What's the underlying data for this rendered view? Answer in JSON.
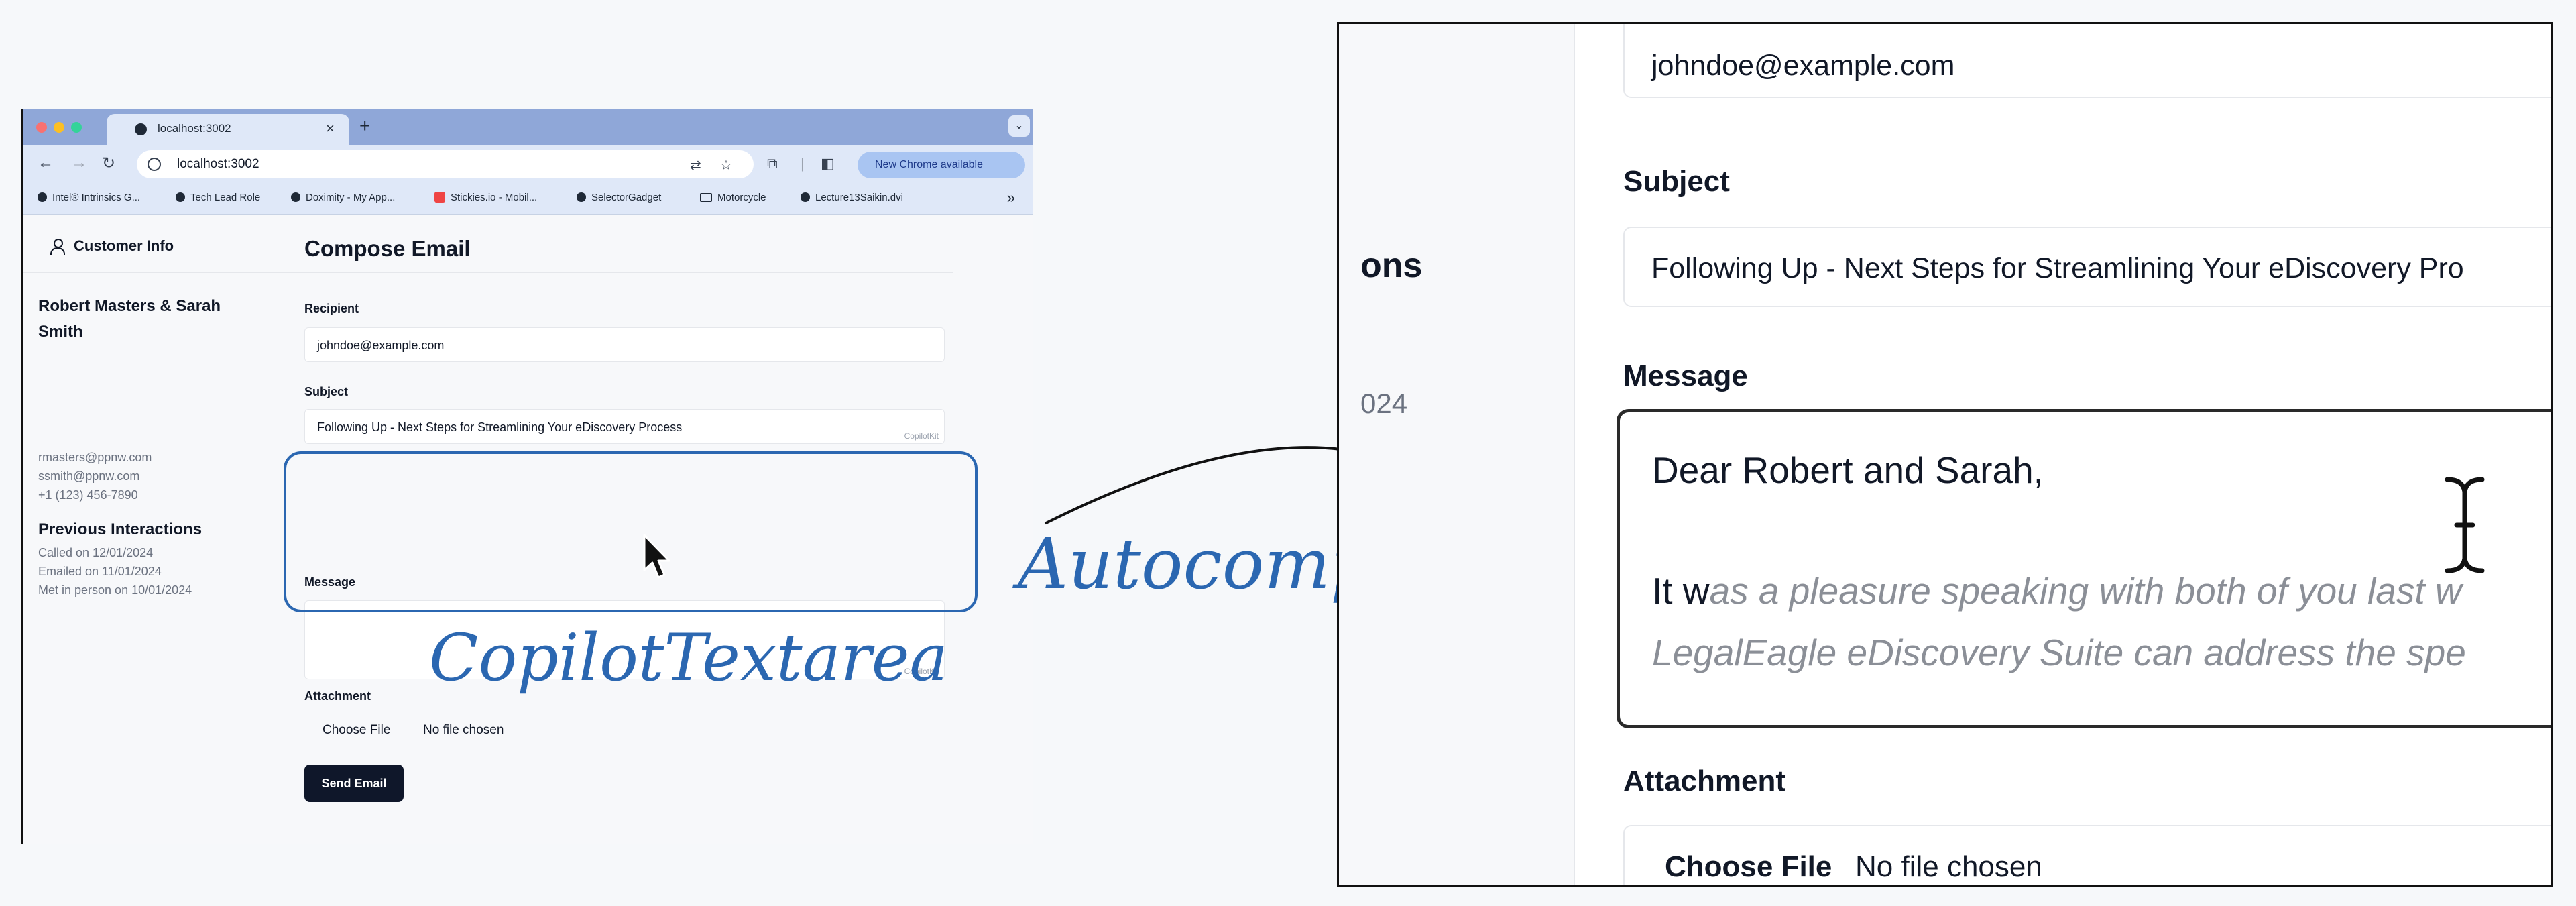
{
  "browser": {
    "tab_title": "localhost:3002",
    "url": "localhost:3002",
    "chrome_notice": "New Chrome available",
    "bookmarks": [
      "Intel® Intrinsics G...",
      "Tech Lead Role",
      "Doximity - My App...",
      "Stickies.io - Mobil...",
      "SelectorGadget",
      "Motorcycle",
      "Lecture13Saikin.dvi"
    ]
  },
  "sidebar": {
    "header": "Customer Info",
    "customer_name": "Robert Masters & Sarah Smith",
    "email_1": "rmasters@ppnw.com",
    "email_2": "ssmith@ppnw.com",
    "phone": "+1 (123) 456-7890",
    "previous_title": "Previous Interactions",
    "interactions": [
      "Called on 12/01/2024",
      "Emailed on 11/01/2024",
      "Met in person on 10/01/2024"
    ]
  },
  "compose": {
    "title": "Compose Email",
    "recipient_label": "Recipient",
    "recipient_value": "johndoe@example.com",
    "subject_label": "Subject",
    "subject_value": "Following Up - Next Steps for Streamlining Your eDiscovery Process",
    "message_label": "Message",
    "copilotkit_mark": "CopilotKit",
    "attachment_label": "Attachment",
    "choose_file": "Choose File",
    "no_file": "No file chosen",
    "send_button": "Send Email"
  },
  "annotations": {
    "copilot_textarea": "CopilotTextarea",
    "autocompletions": "Autocompletions"
  },
  "zoom": {
    "sidebar_partial_heading": "ons",
    "sidebar_partial_date": "024",
    "recipient_value": "johndoe@example.com",
    "subject_label": "Subject",
    "subject_value": "Following Up - Next Steps for Streamlining Your eDiscovery Pro",
    "message_label": "Message",
    "greeting": "Dear Robert and Sarah,",
    "typed_text": "It w",
    "ghost_line_1": "as a pleasure speaking with both of you last w",
    "ghost_line_2": "LegalEagle eDiscovery Suite can address the spe",
    "attachment_label": "Attachment",
    "choose_file": "Choose File",
    "no_file": "No file chosen"
  },
  "colors": {
    "annotation_blue": "#2b67b1",
    "tab_bar": "#8fa7d8",
    "send_button": "#0f172a",
    "ghost_text": "#8b8f97"
  }
}
